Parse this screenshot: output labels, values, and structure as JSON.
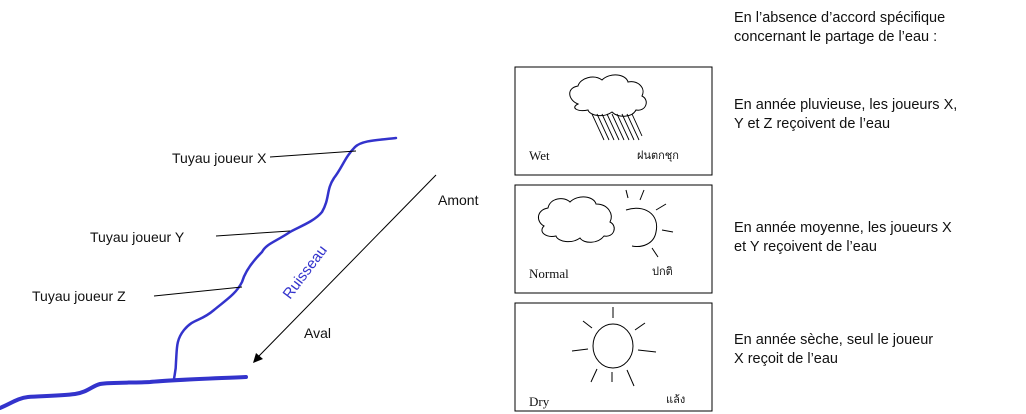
{
  "intro": {
    "line1": "En l’absence d’accord spécifique",
    "line2": "concernant le partage de l’eau :"
  },
  "river": {
    "label": "Ruisseau",
    "upstream_label": "Amont",
    "downstream_label": "Aval",
    "color": "#3333cc",
    "pipes": [
      "Tuyau joueur X",
      "Tuyau joueur Y",
      "Tuyau joueur Z"
    ]
  },
  "panels": [
    {
      "caption": "Wet",
      "thai": "ฝนตกชุก",
      "icon": "rain-cloud-icon",
      "desc_line1": "En année pluvieuse, les joueurs X,",
      "desc_line2": "Y et Z reçoivent de l’eau"
    },
    {
      "caption": "Normal",
      "thai": "ปกติ",
      "icon": "cloud-sun-icon",
      "desc_line1": "En année moyenne, les joueurs X",
      "desc_line2": "et Y reçoivent de l’eau"
    },
    {
      "caption": "Dry",
      "thai": "แล้ง",
      "icon": "sun-icon",
      "desc_line1": "En année sèche, seul le joueur",
      "desc_line2": "X reçoit de l’eau"
    }
  ]
}
